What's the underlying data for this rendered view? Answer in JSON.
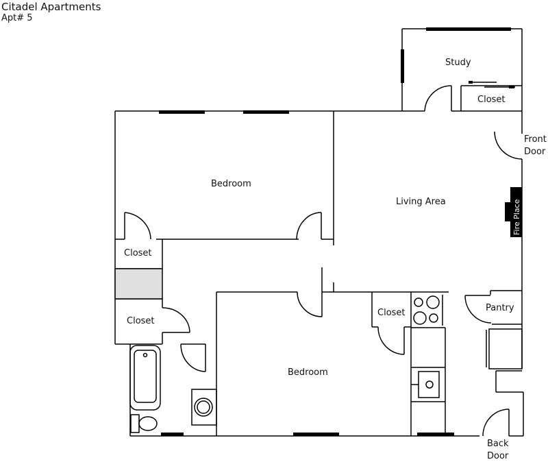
{
  "header": {
    "title": "Citadel Apartments",
    "subtitle": "Apt# 5"
  },
  "rooms": {
    "study": "Study",
    "study_closet": "Closet",
    "front_door_1": "Front",
    "front_door_2": "Door",
    "bedroom_1": "Bedroom",
    "living_area": "Living Area",
    "fire_place": "Fire Place",
    "closet_1": "Closet",
    "closet_2": "Closet",
    "bedroom_2": "Bedroom",
    "closet_3": "Closet",
    "pantry": "Pantry",
    "back_door_1": "Back",
    "back_door_2": "Door"
  },
  "colors": {
    "wall": "#000000",
    "shaded_closet": "#e0e0e0",
    "background": "#ffffff"
  }
}
